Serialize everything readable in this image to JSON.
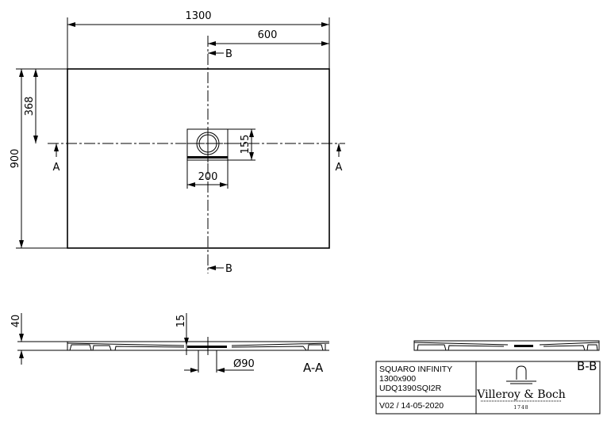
{
  "dimensions": {
    "width": "1300",
    "half_width": "600",
    "offset": "368",
    "depth": "900",
    "drain_height": "155",
    "drain_width": "200",
    "thickness": "40",
    "drain_depth": "15",
    "drain_diameter": "Ø90"
  },
  "section_markers": {
    "a": "A",
    "b": "B"
  },
  "section_labels": {
    "aa": "A-A",
    "bb": "B-B"
  },
  "title_block": {
    "product": "SQUARO INFINITY",
    "size": "1300x900",
    "code": "UDQ1390SQI2R",
    "version": "V02 / 14-05-2020",
    "brand": "Villeroy & Boch",
    "brand_year": "1748"
  }
}
